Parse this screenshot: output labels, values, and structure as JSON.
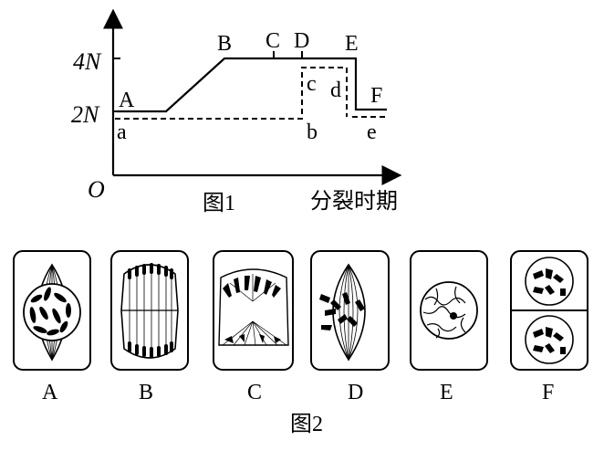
{
  "figure1": {
    "y_tick_4n": "4N",
    "y_tick_2n": "2N",
    "origin": "O",
    "x_axis_label": "分裂时期",
    "caption": "图1",
    "solid_points": [
      "A",
      "B",
      "C",
      "D",
      "E",
      "F"
    ],
    "dashed_points": [
      "a",
      "b",
      "c",
      "d",
      "e"
    ]
  },
  "figure2": {
    "caption": "图2",
    "cells": [
      "A",
      "B",
      "C",
      "D",
      "E",
      "F"
    ]
  }
}
